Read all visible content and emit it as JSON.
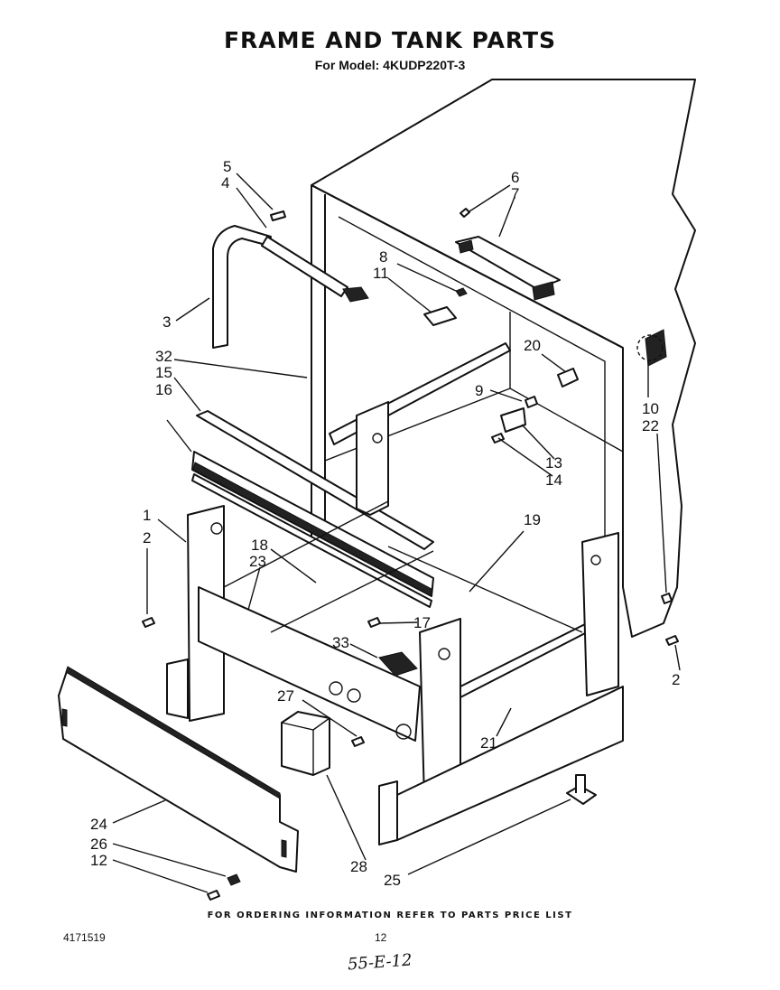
{
  "header": {
    "title": "FRAME AND TANK PARTS",
    "subtitle": "For Model: 4KUDP220T-3"
  },
  "footer": {
    "notice": "FOR ORDERING INFORMATION REFER TO PARTS PRICE LIST",
    "doc_number": "4171519",
    "page_number": "12",
    "handwritten_note": "55-E-12"
  },
  "callouts": [
    "5",
    "4",
    "6",
    "7",
    "8",
    "11",
    "3",
    "20",
    "9",
    "10",
    "22",
    "32",
    "15",
    "16",
    "13",
    "14",
    "1",
    "2",
    "19",
    "18",
    "23",
    "17",
    "33",
    "27",
    "21",
    "2",
    "24",
    "26",
    "12",
    "28",
    "25"
  ]
}
